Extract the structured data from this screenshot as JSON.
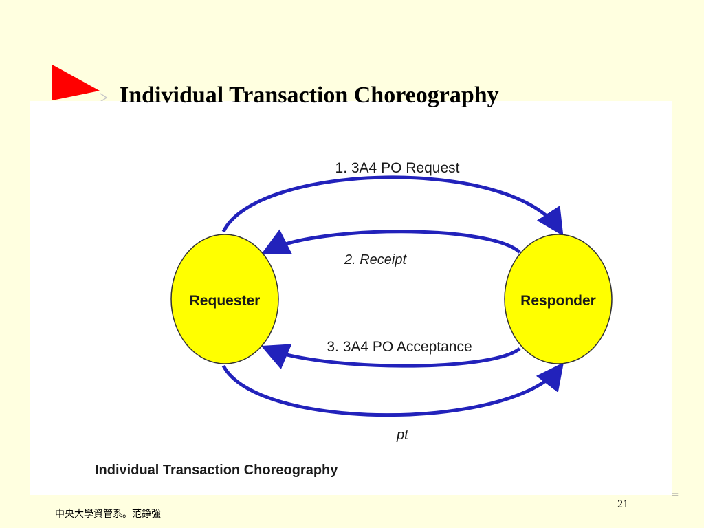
{
  "slide": {
    "title": "Individual Transaction Choreography",
    "footer_text": "中央大學資管系。范錚強",
    "page_number": "21"
  },
  "diagram": {
    "nodes": {
      "requester": "Requester",
      "responder": "Responder"
    },
    "messages": {
      "request": "1. 3A4 PO Request",
      "receipt1": "2. Receipt",
      "acceptance": "3. 3A4 PO Acceptance",
      "receipt2_partial": "pt"
    },
    "caption": "Individual Transaction Choreography",
    "side_mark": "="
  },
  "colors": {
    "background": "#ffffe0",
    "bullet": "#ff0000",
    "node_fill": "#ffff00",
    "arrow": "#2222bb"
  }
}
